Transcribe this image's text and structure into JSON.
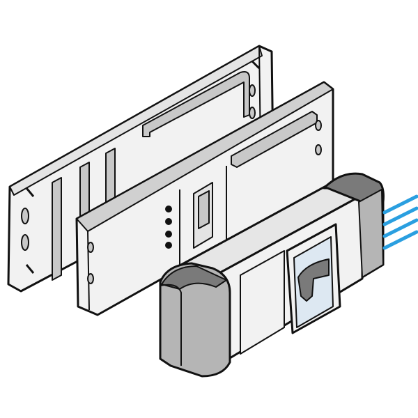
{
  "colors": {
    "outline": "#111111",
    "panel": "#f2f2f2",
    "panel_shade": "#c8c8c8",
    "cap": "#7a7a7a",
    "cap_light": "#b5b5b5",
    "window": "#dde8f2",
    "wire": "#2a9fe0"
  },
  "icons": [
    "back-mounting-plate",
    "front-cover-plate",
    "circuit-breaker-module",
    "cable-wires"
  ]
}
